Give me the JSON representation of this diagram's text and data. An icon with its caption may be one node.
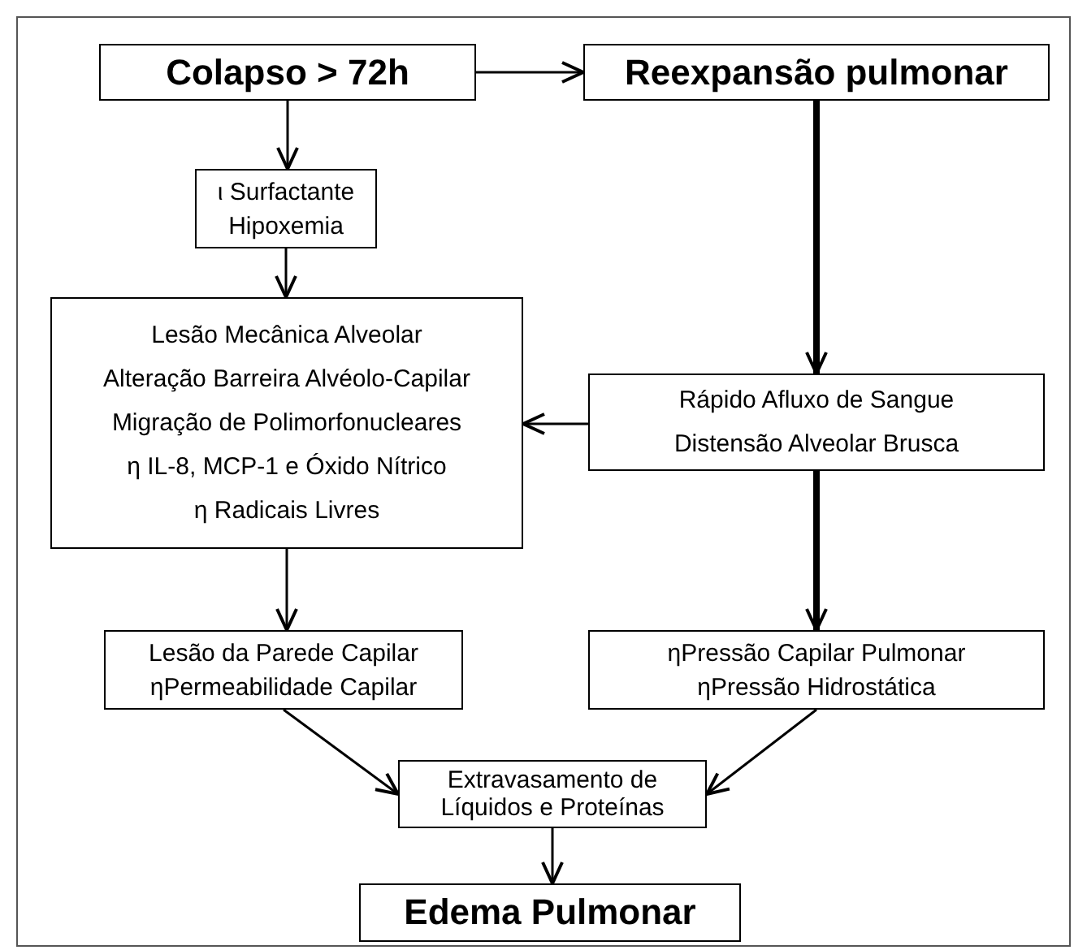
{
  "diagram": {
    "nodes": [
      {
        "text": [
          "Colapso > 72h"
        ]
      },
      {
        "text": [
          "Reexpansão pulmonar"
        ]
      },
      {
        "text": [
          "ι Surfactante",
          "Hipoxemia"
        ]
      },
      {
        "text": [
          "Lesão Mecânica Alveolar",
          "Alteração Barreira Alvéolo-Capilar",
          "Migração de Polimorfonucleares",
          "η IL-8, MCP-1 e Óxido Nítrico",
          "η Radicais Livres"
        ]
      },
      {
        "text": [
          "Rápido Afluxo de Sangue",
          "Distensão Alveolar Brusca"
        ]
      },
      {
        "text": [
          "Lesão da Parede Capilar",
          "ηPermeabilidade Capilar"
        ]
      },
      {
        "text": [
          "ηPressão Capilar Pulmonar",
          "ηPressão Hidrostática"
        ]
      },
      {
        "text": [
          "Extravasamento de Líquidos e Proteínas"
        ]
      },
      {
        "text": [
          "Edema Pulmonar"
        ]
      }
    ],
    "edges": [
      {
        "from": 0,
        "to": 1,
        "arrow": "to"
      },
      {
        "from": 0,
        "to": 2,
        "arrow": "to"
      },
      {
        "from": 2,
        "to": 3,
        "arrow": "to"
      },
      {
        "from": 1,
        "to": 4,
        "arrow": "to",
        "style": "thick"
      },
      {
        "from": 4,
        "to": 3,
        "arrow": "to"
      },
      {
        "from": 3,
        "to": 5,
        "arrow": "to"
      },
      {
        "from": 4,
        "to": 6,
        "arrow": "to",
        "style": "thick"
      },
      {
        "from": 5,
        "to": 7,
        "arrow": "to"
      },
      {
        "from": 6,
        "to": 7,
        "arrow": "to"
      },
      {
        "from": 7,
        "to": 8,
        "arrow": "to"
      }
    ]
  }
}
